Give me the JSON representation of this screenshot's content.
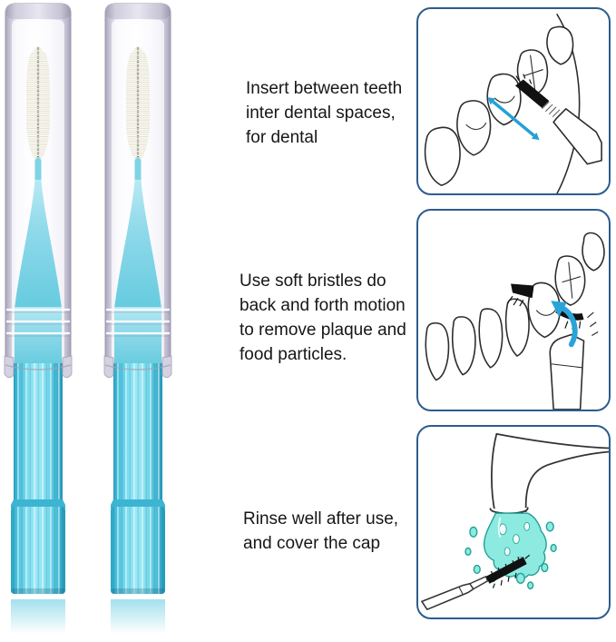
{
  "instructions": [
    {
      "text": "Insert between teeth\ninter dental spaces,\nfor dental"
    },
    {
      "text": "Use soft bristles do\nback and forth motion\nto remove plaque and\nfood particles."
    },
    {
      "text": "Rinse well after use,\nand cover the cap"
    }
  ],
  "colors": {
    "panel_border": "#2d5c8e",
    "arrow_blue": "#24a0d6",
    "water_teal": "#8ceae1",
    "water_outline": "#20a096",
    "handle_blue": "#47c2de",
    "cap_lavender": "#e9e7f2",
    "bristle_ivory": "#f2f0de",
    "text_color": "#161616"
  }
}
